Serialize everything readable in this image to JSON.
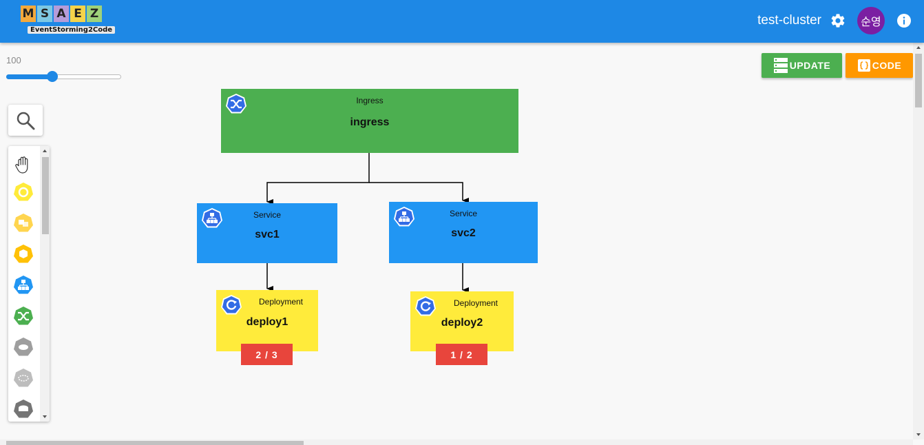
{
  "appbar": {
    "logo_letters": [
      "M",
      "S",
      "A",
      "E",
      "Z"
    ],
    "logo_colors": [
      "#f3a93c",
      "#7ec8e3",
      "#b59cd9",
      "#f5d34a",
      "#9fd27a"
    ],
    "logo_subtitle": "EventStorming2Code",
    "cluster_name": "test-cluster",
    "avatar_text": "순영",
    "bg_color": "#1e88e5"
  },
  "zoom": {
    "label": "100",
    "value": 100,
    "min": 0,
    "max": 500
  },
  "toolbar": {
    "update_label": "UPDATE",
    "code_label": "CODE"
  },
  "palette": {
    "items": [
      {
        "name": "hand",
        "color": "none"
      },
      {
        "name": "deployment",
        "color": "#ffeb3b"
      },
      {
        "name": "replicaset",
        "color": "#ffd54f"
      },
      {
        "name": "pod",
        "color": "#ffc107"
      },
      {
        "name": "service",
        "color": "#2196f3"
      },
      {
        "name": "ingress",
        "color": "#4caf50"
      },
      {
        "name": "persistent-volume",
        "color": "#9e9e9e"
      },
      {
        "name": "persistent-volume-claim",
        "color": "#bdbdbd"
      },
      {
        "name": "storage-class",
        "color": "#757575"
      }
    ]
  },
  "nodes": {
    "ingress": {
      "kind": "Ingress",
      "name": "ingress",
      "color": "#4caf50"
    },
    "svc1": {
      "kind": "Service",
      "name": "svc1",
      "color": "#2196f3"
    },
    "svc2": {
      "kind": "Service",
      "name": "svc2",
      "color": "#2196f3"
    },
    "deploy1": {
      "kind": "Deployment",
      "name": "deploy1",
      "color": "#ffeb3b",
      "replicas": "2 / 3"
    },
    "deploy2": {
      "kind": "Deployment",
      "name": "deploy2",
      "color": "#ffeb3b",
      "replicas": "1 / 2"
    }
  }
}
